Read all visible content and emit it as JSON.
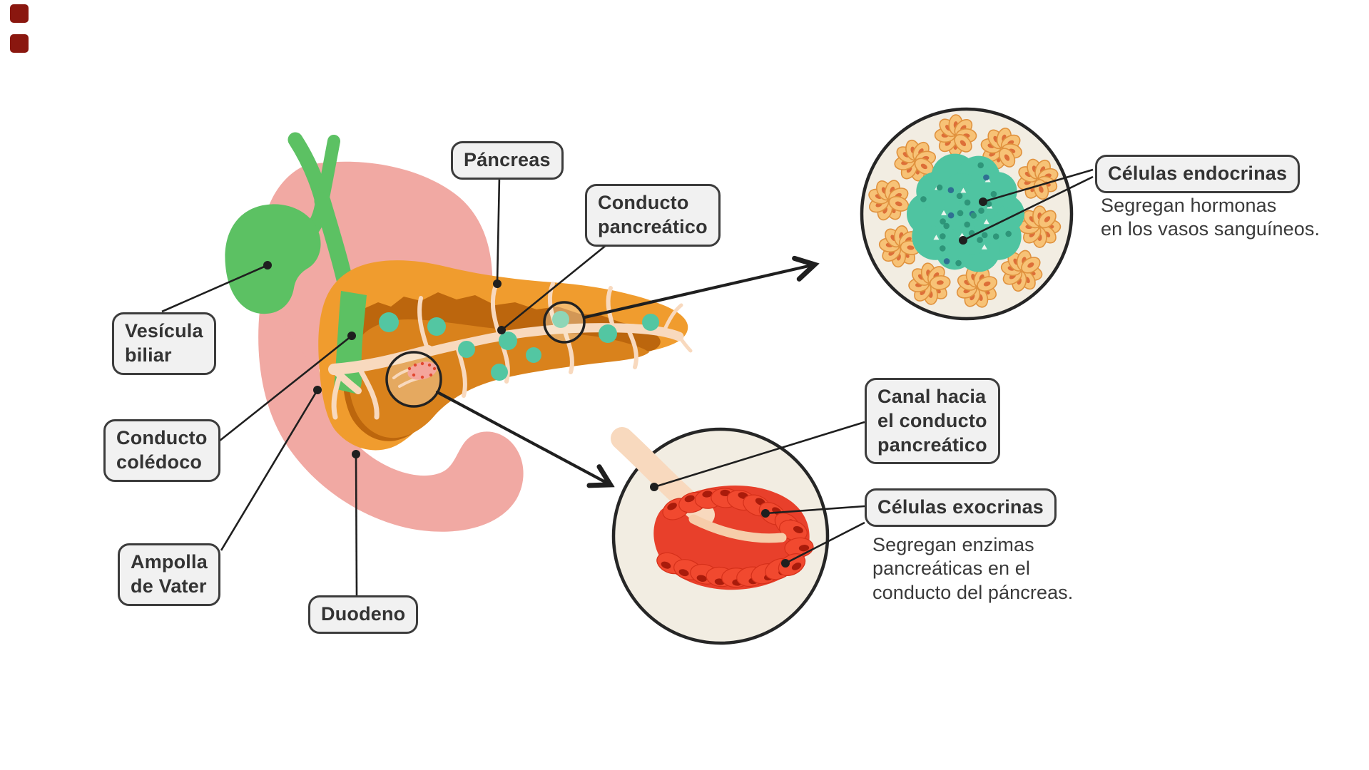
{
  "boxes": {
    "pancreas": {
      "lines": [
        "Páncreas"
      ]
    },
    "conducto_pancreatico": {
      "lines": [
        "Conducto",
        "pancreático"
      ]
    },
    "vesicula_biliar": {
      "lines": [
        "Vesícula",
        "biliar"
      ]
    },
    "conducto_coledoco": {
      "lines": [
        "Conducto",
        "colédoco"
      ]
    },
    "ampolla_de_vater": {
      "lines": [
        "Ampolla",
        "de Vater"
      ]
    },
    "duodeno": {
      "lines": [
        "Duodeno"
      ]
    },
    "celulas_endocrinas": {
      "lines": [
        "Células endocrinas"
      ]
    },
    "canal_conducto": {
      "lines": [
        "Canal hacia",
        "el conducto",
        "pancreático"
      ]
    },
    "celulas_exocrinas": {
      "lines": [
        "Células exocrinas"
      ]
    }
  },
  "notes": {
    "endocrinas": [
      "Segregan hormonas",
      "en los vasos sanguíneos."
    ],
    "exocrinas": [
      "Segregan enzimas",
      "pancreáticas en el",
      "conducto del páncreas."
    ]
  },
  "colors": {
    "background": "#FFFFFF",
    "stomach_pink": "#F1A9A3",
    "gallbladder_green": "#5CC163",
    "pancreas_orange": "#F09C2E",
    "pancreas_cut": "#D9821C",
    "pancreas_cut_dark": "#BC660D",
    "duct_cream": "#F8D9BE",
    "islet_teal": "#53C6A2",
    "inset_circle_bg": "#F2EDE2",
    "endocrine_core_teal": "#4FC4A1",
    "endocrine_acini_orange": "#F7C276",
    "exocrine_red": "#F1492F",
    "label_bg": "#F1F1F1",
    "label_border": "#3C3C3C",
    "line_color": "#1F1F1F",
    "corner_mark": "#8A170F"
  }
}
